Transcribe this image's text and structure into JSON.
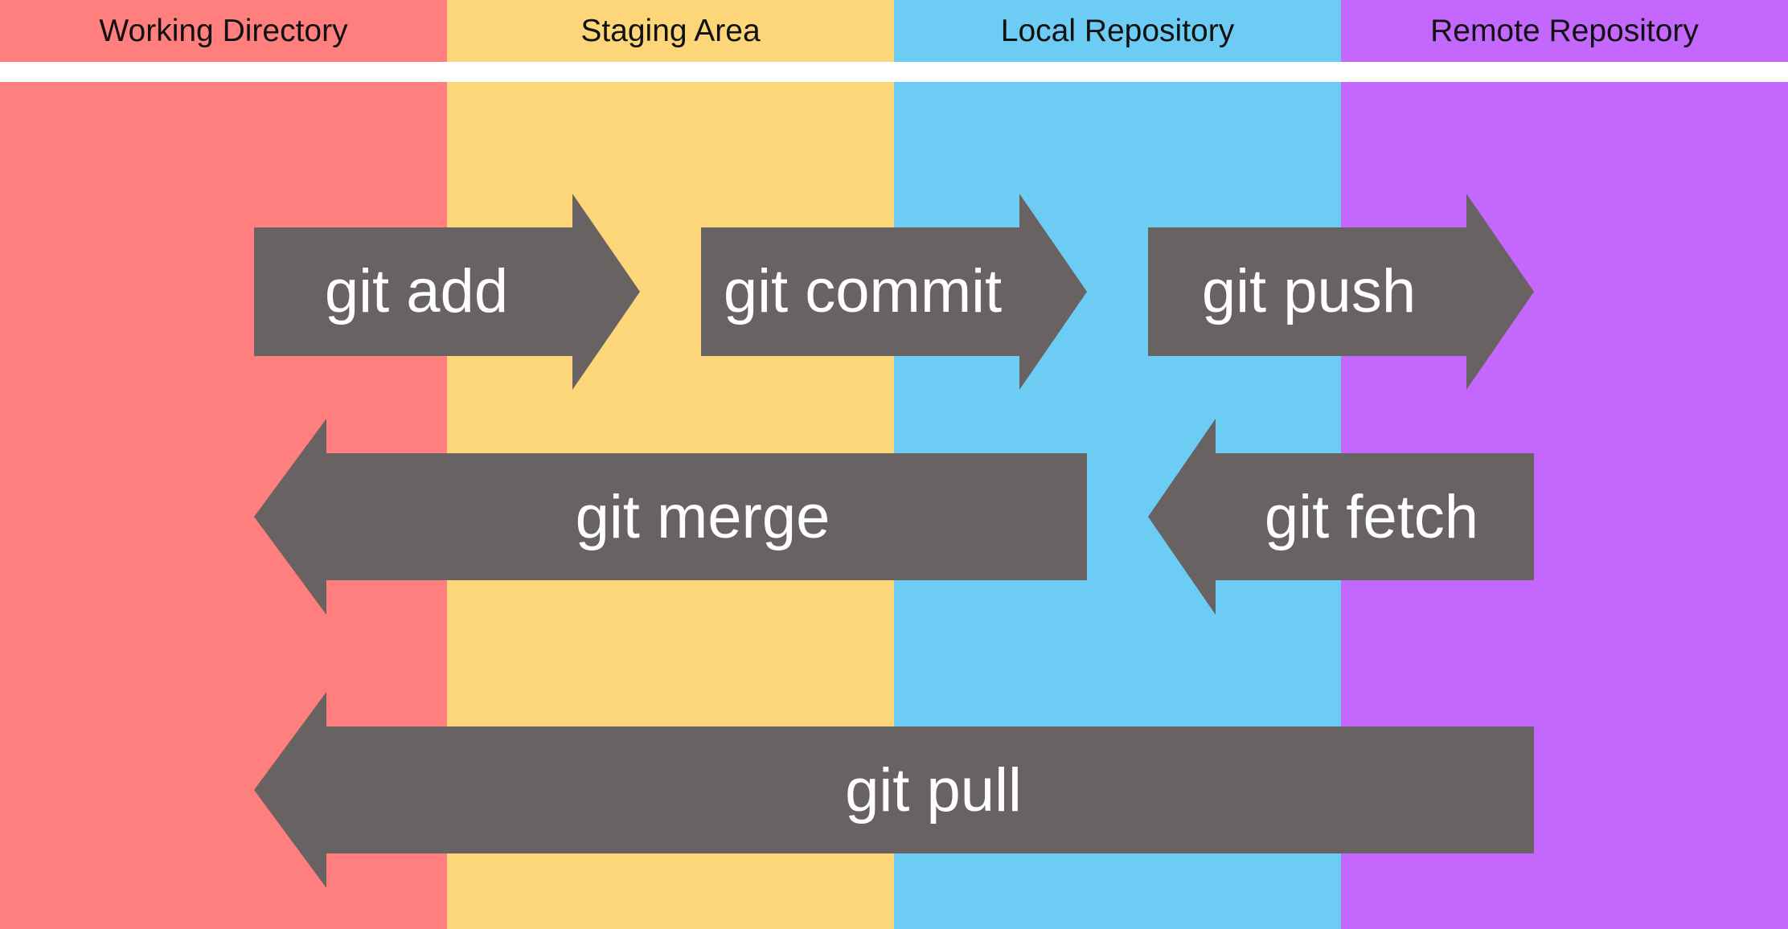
{
  "columns": [
    {
      "label": "Working Directory",
      "color": "#FF7F7F"
    },
    {
      "label": "Staging Area",
      "color": "#FDD67A"
    },
    {
      "label": "Local Repository",
      "color": "#6DCCF4"
    },
    {
      "label": "Remote Repository",
      "color": "#C467FC"
    }
  ],
  "arrow_color": "#686362",
  "arrows": [
    {
      "label": "git add",
      "direction": "right"
    },
    {
      "label": "git commit",
      "direction": "right"
    },
    {
      "label": "git push",
      "direction": "right"
    },
    {
      "label": "git merge",
      "direction": "left"
    },
    {
      "label": "git fetch",
      "direction": "left"
    },
    {
      "label": "git pull",
      "direction": "left"
    }
  ]
}
